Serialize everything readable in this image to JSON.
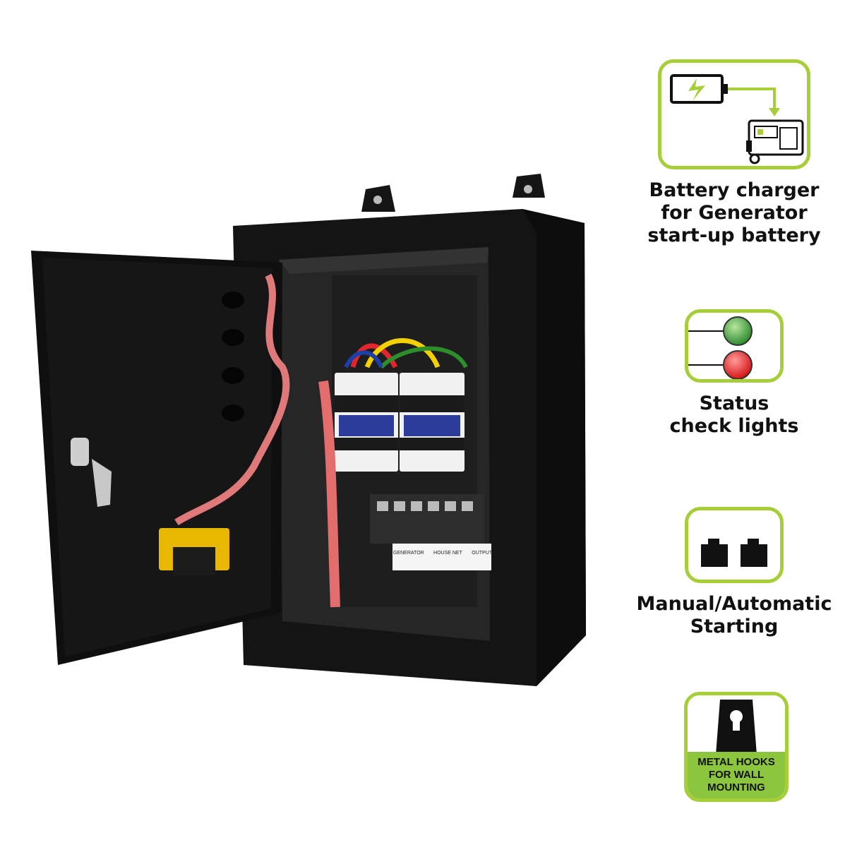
{
  "features": [
    {
      "id": "battery-charger",
      "lines": [
        "Battery charger",
        "for Generator",
        "start-up battery"
      ],
      "icon": "battery-to-generator-icon"
    },
    {
      "id": "status-lights",
      "lines": [
        "Status",
        "check lights"
      ],
      "icon": "status-lights-icon"
    },
    {
      "id": "manual-auto",
      "lines": [
        "Manual/Automatic",
        "Starting"
      ],
      "icon": "manual-automatic-icon"
    },
    {
      "id": "metal-hooks",
      "lines": [
        "METAL HOOKS",
        "FOR WALL",
        "MOUNTING"
      ],
      "icon": "wall-hook-icon"
    }
  ],
  "panel_labels": {
    "generator": "GENERATOR",
    "house_net": "HOUSE NET",
    "output": "OUTPUT"
  },
  "colors": {
    "accent": "#a6ce39",
    "hook_label_bg": "#8cc63f",
    "cabinet": "#111111",
    "led_green": "#3aa23a",
    "led_red": "#e02020"
  }
}
